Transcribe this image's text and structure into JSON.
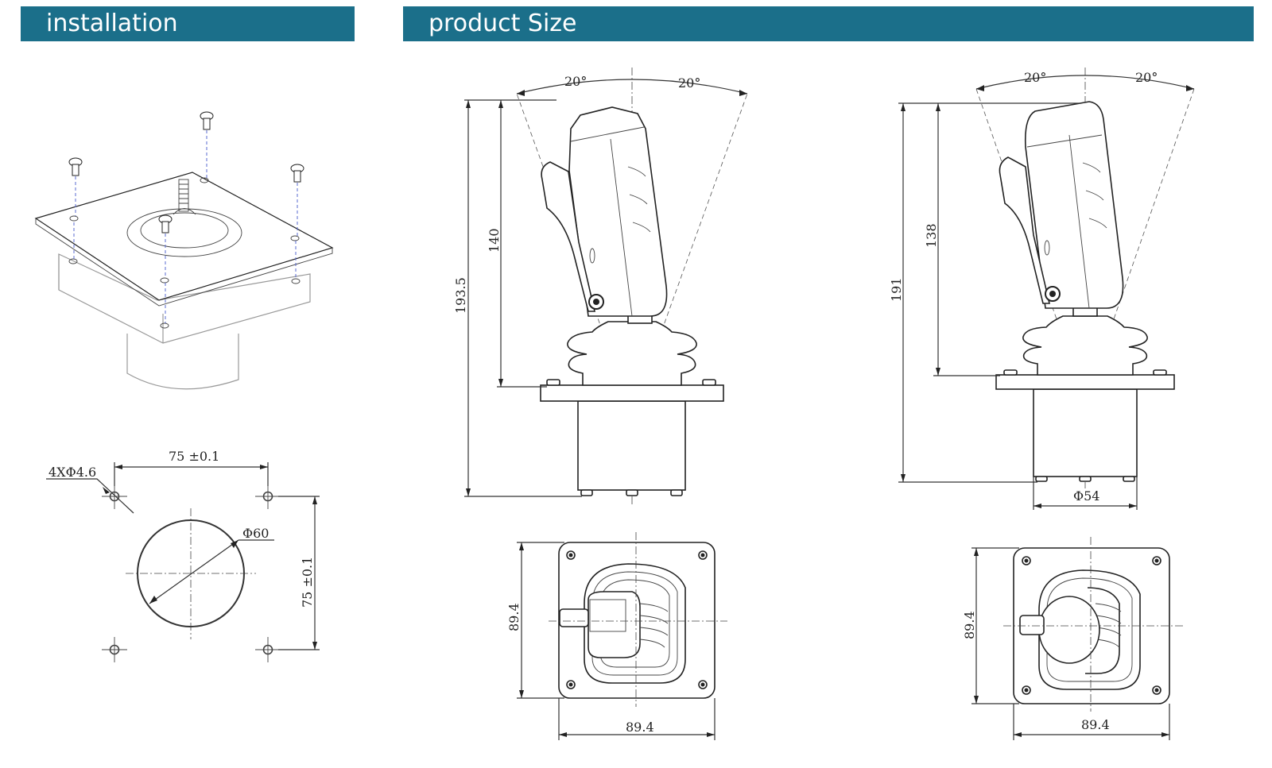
{
  "sections": {
    "installation_title": "installation",
    "product_size_title": "product Size"
  },
  "dimensions": {
    "hole_spec": "4XΦ4.6",
    "hole_spacing_h": "75 ±0.1",
    "hole_spacing_v": "75 ±0.1",
    "cutout_diameter": "Φ60",
    "angle_left_a": "20°",
    "angle_right_a": "20°",
    "total_height_a": "193.5",
    "handle_height_a": "140",
    "angle_left_b": "20°",
    "angle_right_b": "20°",
    "total_height_b": "191",
    "handle_height_b": "138",
    "body_diameter_b": "Φ54",
    "plate_width_a": "89.4",
    "plate_height_a": "89.4",
    "plate_width_b": "89.4",
    "plate_height_b": "89.4"
  },
  "colors": {
    "banner": "#1b6f8a",
    "banner_text": "#ffffff",
    "line": "#222222"
  }
}
